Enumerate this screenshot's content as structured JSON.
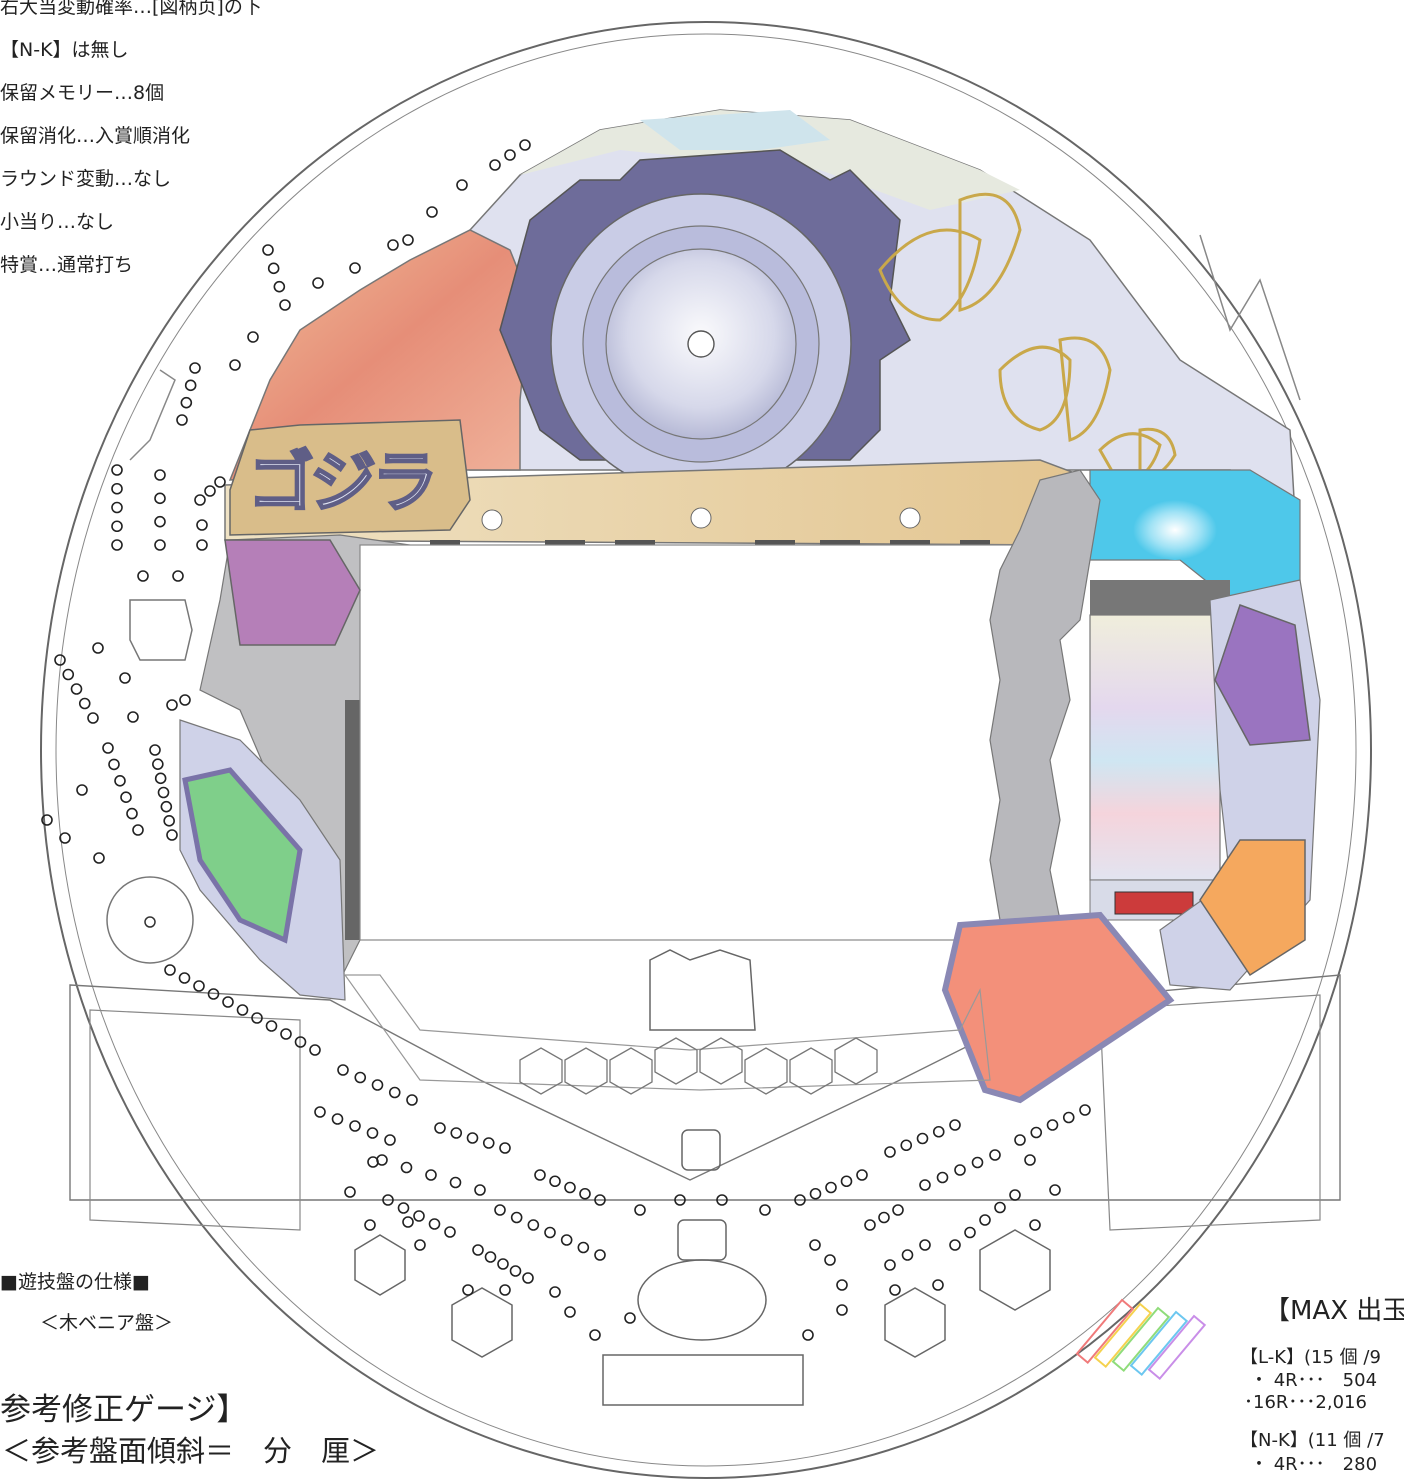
{
  "spec_notes": [
    "右大当変動確率…[図柄页]の下",
    "【N-K】は無し",
    "保留メモリー…8個",
    "保留消化…入賞順消化",
    "ラウンド変動…なし",
    "小当り…なし",
    "特賞…通常打ち"
  ],
  "board_spec": {
    "title": "■遊技盤の仕様■",
    "material": "＜木ベニア盤＞"
  },
  "gauge": {
    "title": "参考修正ゲージ】",
    "tilt": "＜参考盤面傾斜＝　分　厘＞"
  },
  "max_payout": {
    "title": "【MAX 出玉",
    "lk_header": "【L-K】(15 個 /9",
    "lk_4r": "・ 4R･･･　504",
    "lk_16r": "･16R･･･2,016",
    "nk_header": "【N-K】(11 個 /7",
    "nk_4r": "・ 4R･･･　280"
  },
  "logo": {
    "text": "ゴジラ"
  },
  "colors": {
    "outline": "#555555",
    "reel_dark": "#6e6c9a",
    "reel_light": "#c9cce6",
    "rail_tan": "#e8cfa4",
    "salmon": "#e69b86",
    "purple": "#b57fb8",
    "violet": "#9a74c0",
    "green": "#7fcf8a",
    "orange": "#f5a85e",
    "coral": "#f3907a",
    "cyan": "#4ec8ea",
    "lavender": "#cfd2e8",
    "grey_block": "#b8b8bc",
    "butterfly_gold": "#c9a84a"
  }
}
